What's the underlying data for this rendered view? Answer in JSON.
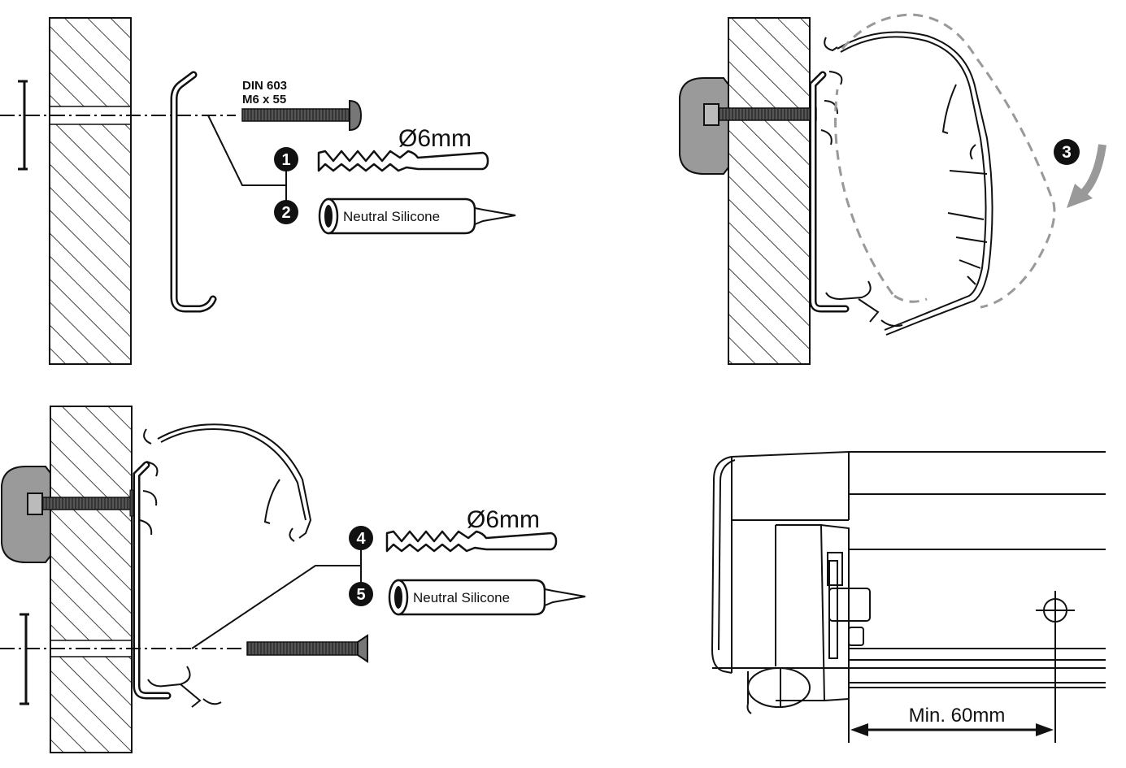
{
  "panel1": {
    "screw_spec_line1": "DIN 603",
    "screw_spec_line2": "M6 x 55",
    "drill_diameter": "Ø6mm",
    "silicone_label": "Neutral Silicone",
    "step_a": "1",
    "step_b": "2"
  },
  "panel2": {
    "step": "3"
  },
  "panel3": {
    "drill_diameter": "Ø6mm",
    "silicone_label": "Neutral Silicone",
    "step_a": "4",
    "step_b": "5"
  },
  "panel4": {
    "distance_label": "Min. 60mm"
  },
  "colors": {
    "line": "#111111",
    "cap_fill": "#9a9a9a",
    "screw_fill": "#666666",
    "dashed": "#999999"
  }
}
